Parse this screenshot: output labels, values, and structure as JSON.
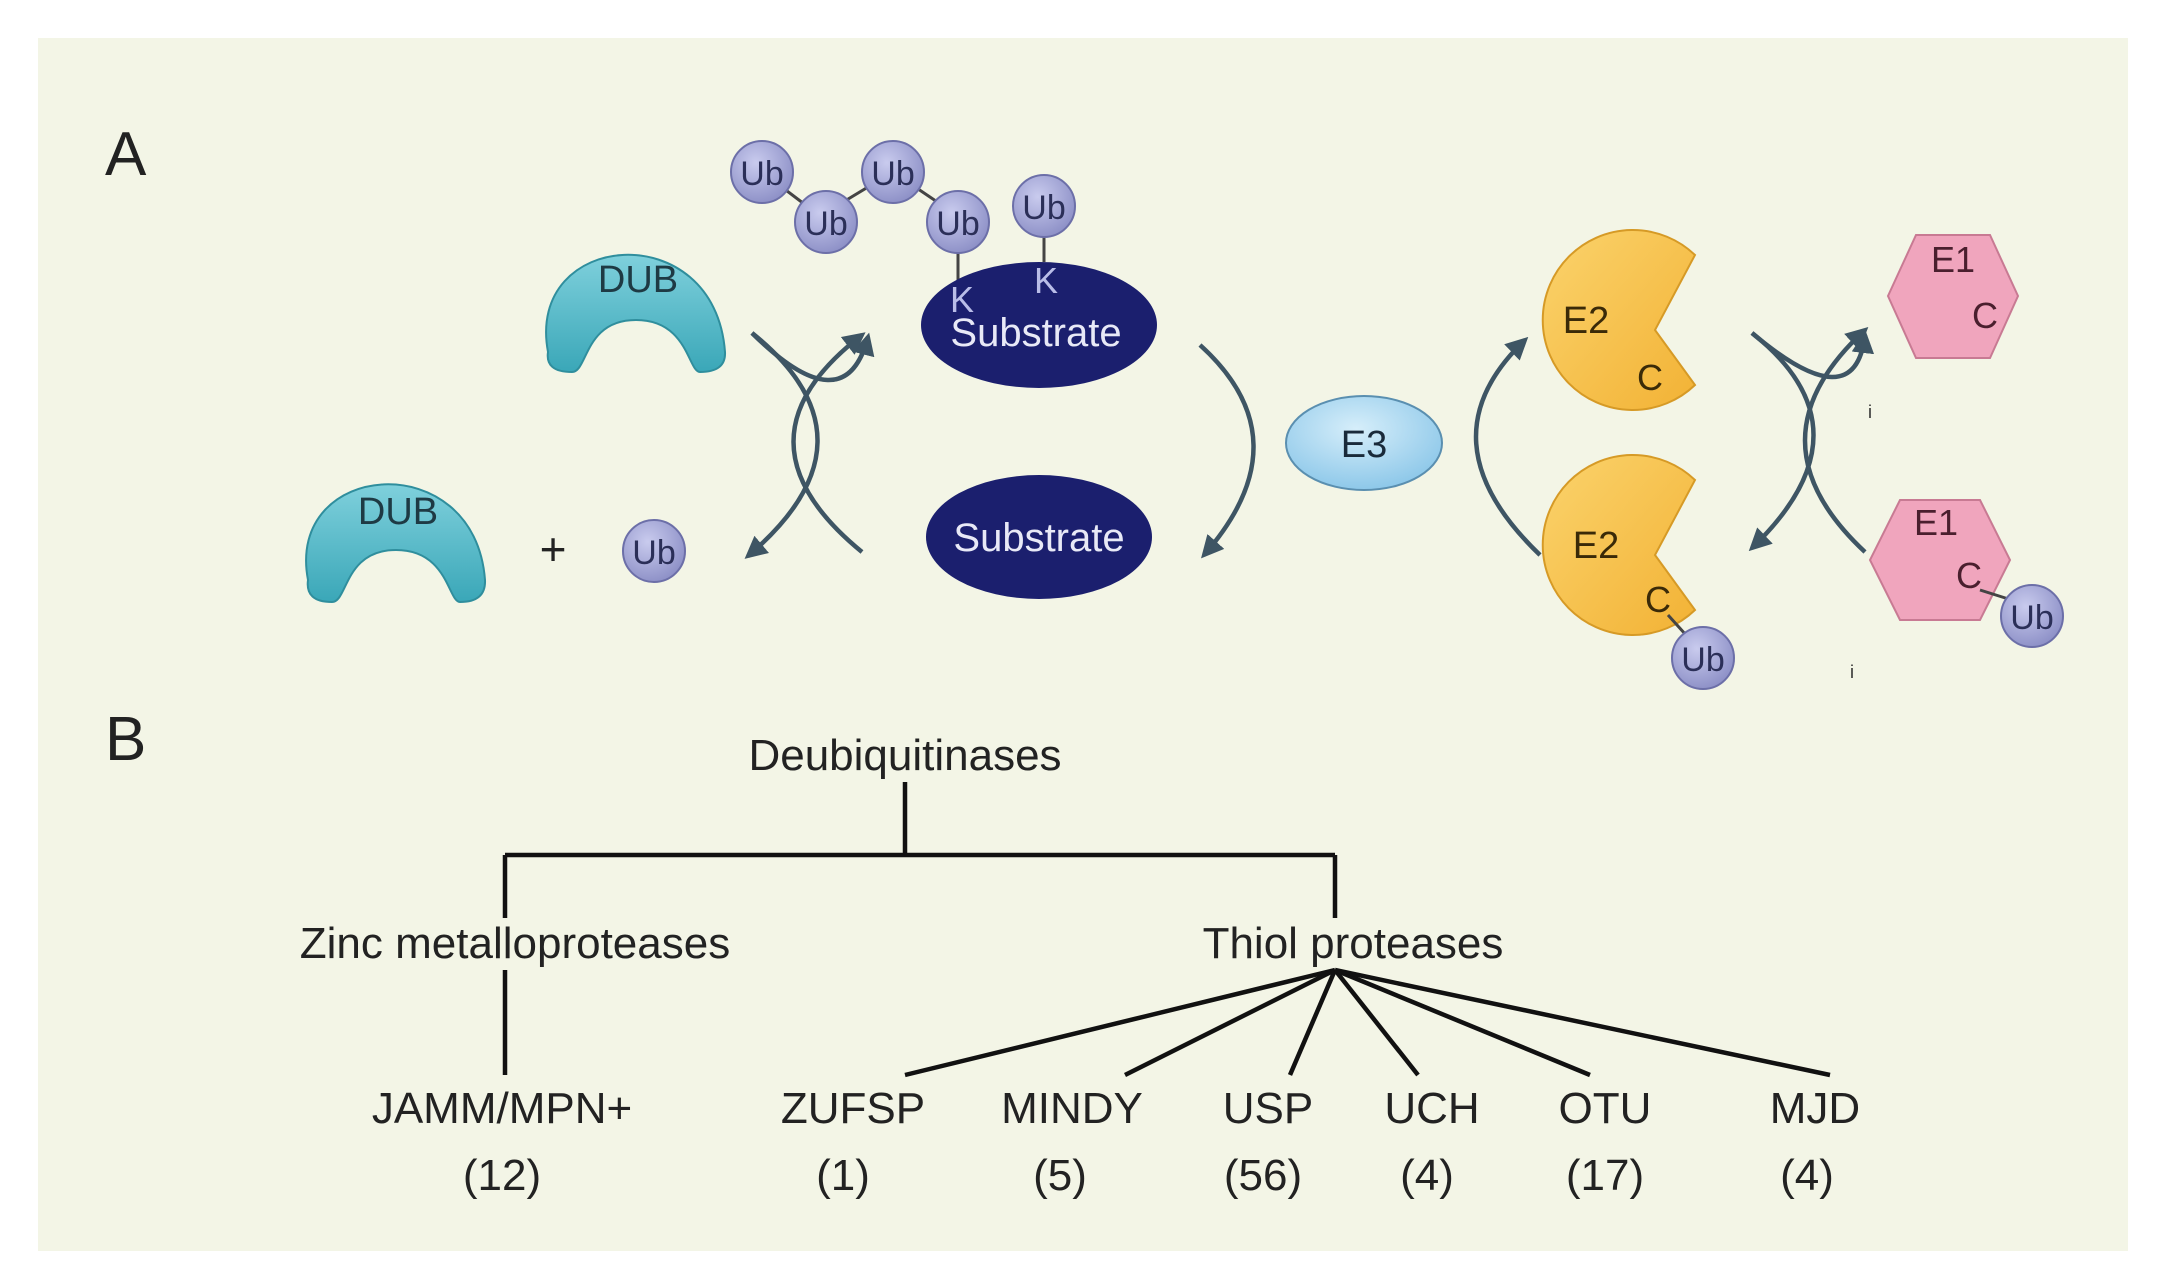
{
  "panels": {
    "a_label": "A",
    "b_label": "B"
  },
  "panel_a": {
    "dub_bound": "DUB",
    "dub_free": "DUB",
    "plus": "+",
    "ub_free": "Ub",
    "substrate_ubiquitinated": "Substrate",
    "substrate_free": "Substrate",
    "chain_ub_1": "Ub",
    "chain_ub_2": "Ub",
    "chain_ub_3": "Ub",
    "chain_ub_4": "Ub",
    "mono_ub": "Ub",
    "lysine_1": "K",
    "lysine_2": "K",
    "e3": "E3",
    "e2_top": "E2",
    "e2_top_c": "C",
    "e2_bottom": "E2",
    "e2_bottom_c": "C",
    "e2_bottom_ub": "Ub",
    "e1_top": "E1",
    "e1_top_c": "C",
    "e1_bottom": "E1",
    "e1_bottom_c": "C",
    "e1_bottom_ub": "Ub",
    "mark_1": "i",
    "mark_2": "i"
  },
  "panel_b": {
    "root": "Deubiquitinases",
    "class_zinc": "Zinc metalloproteases",
    "class_thiol": "Thiol proteases",
    "families": [
      {
        "name": "JAMM/MPN+",
        "count": "(12)"
      },
      {
        "name": "ZUFSP",
        "count": "(1)"
      },
      {
        "name": "MINDY",
        "count": "(5)"
      },
      {
        "name": "USP",
        "count": "(56)"
      },
      {
        "name": "UCH",
        "count": "(4)"
      },
      {
        "name": "OTU",
        "count": "(17)"
      },
      {
        "name": "MJD",
        "count": "(4)"
      }
    ]
  },
  "colors": {
    "background": "#f3f5e6",
    "dub": "#5cbfcd",
    "ub": "#a9abd7",
    "substrate": "#1b1f6e",
    "e3": "#a8d6ef",
    "e2": "#f8c64f",
    "e1": "#f0a5bd",
    "arrow": "#3e5564"
  }
}
